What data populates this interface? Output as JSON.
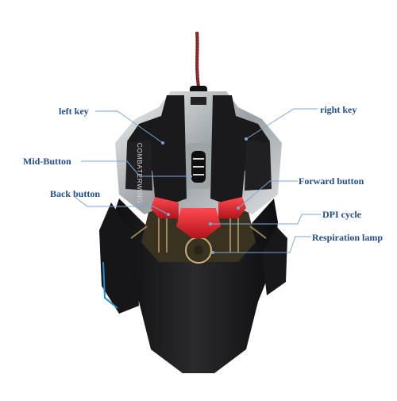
{
  "diagram": {
    "brand_text": "COMBATERWING",
    "labels": {
      "left_key": "left key",
      "mid_button": "Mid-Button",
      "back_button": "Back button",
      "right_key": "right key",
      "forward_button": "Forward button",
      "dpi_cycle": "DPI cycle",
      "respiration_lamp": "Respiration lamp"
    },
    "colors": {
      "label_text": "#1f4d8f",
      "leader_line": "#7aa7d6",
      "body": "#1c1c1e",
      "accent_red": "#e3262f",
      "chrome_trim": "#cfd3d6",
      "brass": "#8a7a52"
    }
  }
}
